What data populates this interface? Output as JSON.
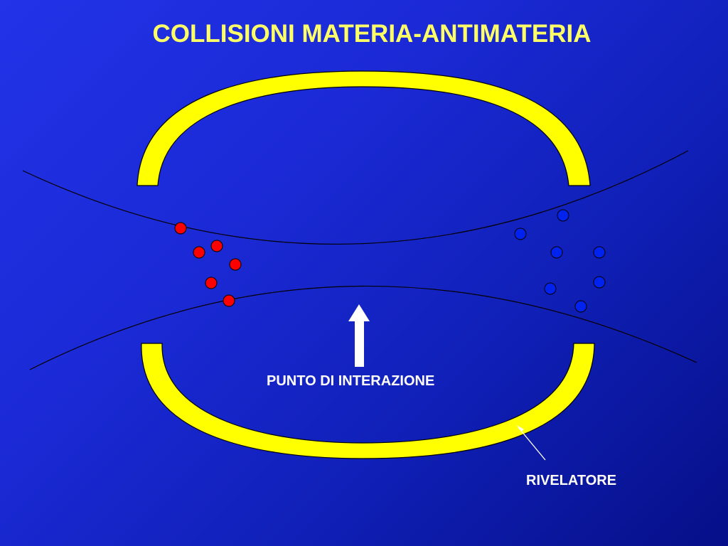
{
  "title": "COLLISIONI MATERIA-ANTIMATERIA",
  "labels": {
    "interaction_point": "PUNTO DI INTERAZIONE",
    "detector": "RIVELATORE"
  },
  "colors": {
    "background": "#1b2ad6",
    "title": "#ffff66",
    "detector": "#ffff00",
    "matter_particle": "#ff0000",
    "antimatter_particle": "#0022ee",
    "label": "#ffffff"
  },
  "particles": {
    "matter_count": 6,
    "antimatter_count": 7
  }
}
